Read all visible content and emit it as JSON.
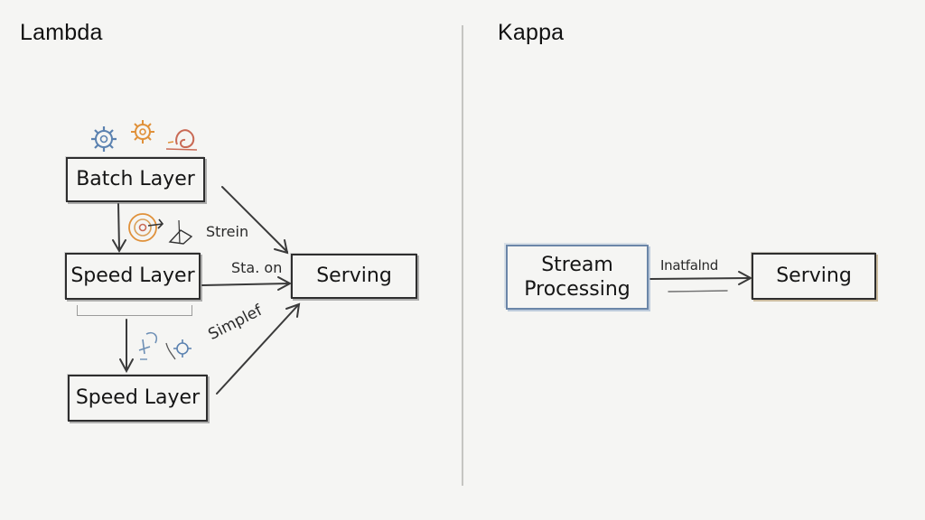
{
  "titles": {
    "left": "Lambda",
    "right": "Kappa"
  },
  "lambda": {
    "batch_layer": "Batch Layer",
    "speed_layer_top": "Speed Layer",
    "speed_layer_bottom": "Speed Layer",
    "serving": "Serving",
    "edge_labels": {
      "batch_to_speed": "Strein",
      "speed_to_serving": "Sta. on",
      "bottom_to_serving": "Simplef"
    }
  },
  "kappa": {
    "stream_processing_line1": "Stream",
    "stream_processing_line2": "Processing",
    "serving": "Serving",
    "edge_label": "Inatfalnd"
  },
  "icons": {
    "batch_layer_doodles": [
      "gear-icon",
      "gear-icon",
      "swirl-icon"
    ],
    "speed_layer_doodle": "target-icon",
    "bottom_doodles": [
      "figure-icon",
      "gear-icon"
    ]
  },
  "colors": {
    "ink": "#2e2e2e",
    "stream_box_accent": "#6b86a8",
    "kappa_serving_accent": "#aa8c5a",
    "gear_blue": "#5b82b0",
    "gear_orange": "#e0913a",
    "swirl_red": "#c96a55"
  }
}
